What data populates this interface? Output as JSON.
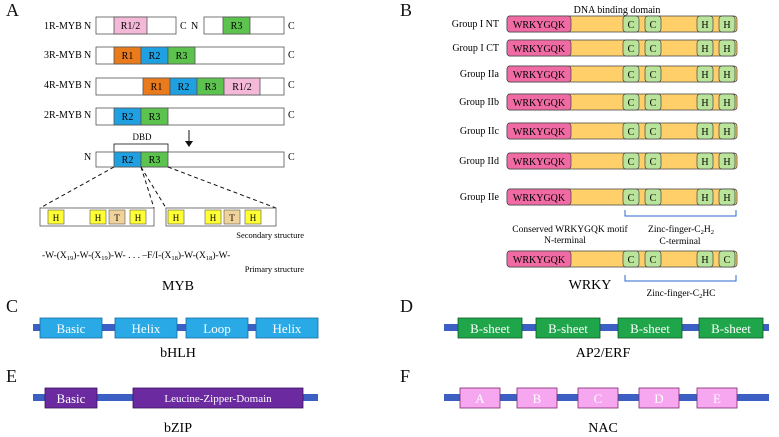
{
  "panels": {
    "A": {
      "letter": "A",
      "rows": [
        {
          "name": "1R-MYB",
          "n": "N",
          "c": "C",
          "domains": [
            "R1/2"
          ],
          "second_domain": "R3",
          "c2": "C"
        },
        {
          "name": "3R-MYB",
          "n": "N",
          "c": "C",
          "domains": [
            "R1",
            "R2",
            "R3"
          ]
        },
        {
          "name": "4R-MYB",
          "n": "N",
          "c": "C",
          "domains": [
            "R1",
            "R2",
            "R3",
            "R1/2"
          ]
        },
        {
          "name": "2R-MYB",
          "n": "N",
          "c": "C",
          "domains": [
            "R2",
            "R3"
          ]
        }
      ],
      "dbd": {
        "label": "DBD",
        "n": "N",
        "c": "C",
        "domains": [
          "R2",
          "R3"
        ]
      },
      "secondary": {
        "left": [
          "H",
          "H",
          "T",
          "H"
        ],
        "right": [
          "H",
          "H",
          "T",
          "H"
        ],
        "label": "Secondary structure"
      },
      "primary": {
        "seq": "-W-(X19)-W-(X19)-W- . . . –F/I-(X18)-W-(X18)-W-",
        "label": "Primary structure"
      },
      "caption": "MYB"
    },
    "B": {
      "letter": "B",
      "title": "DNA binding domain",
      "motif": "WRKYGQK",
      "groups": [
        {
          "name": "Group I NT",
          "zinc": [
            "C",
            "C",
            "H",
            "H"
          ]
        },
        {
          "name": "Group I CT",
          "zinc": [
            "C",
            "C",
            "H",
            "H"
          ]
        },
        {
          "name": "Group IIa",
          "zinc": [
            "C",
            "C",
            "H",
            "H"
          ]
        },
        {
          "name": "Group IIb",
          "zinc": [
            "C",
            "C",
            "H",
            "H"
          ]
        },
        {
          "name": "Group IIc",
          "zinc": [
            "C",
            "C",
            "H",
            "H"
          ]
        },
        {
          "name": "Group IId",
          "zinc": [
            "C",
            "C",
            "H",
            "H"
          ]
        },
        {
          "name": "Group IIe",
          "zinc": [
            "C",
            "C",
            "H",
            "H"
          ]
        }
      ],
      "zinc_label_1": "Zinc-finger-C2H2",
      "conserved_label": "Conserved WRKYGQK motif",
      "n_terminal": "N-terminal",
      "c_terminal": "C-terminal",
      "last_row_zinc": [
        "C",
        "C",
        "H",
        "C"
      ],
      "zinc_label_2": "Zinc-finger-C2HC",
      "caption": "WRKY"
    },
    "C": {
      "letter": "C",
      "domains": [
        "Basic",
        "Helix",
        "Loop",
        "Helix"
      ],
      "caption": "bHLH"
    },
    "D": {
      "letter": "D",
      "domains": [
        "B-sheet",
        "B-sheet",
        "B-sheet",
        "B-sheet"
      ],
      "caption": "AP2/ERF"
    },
    "E": {
      "letter": "E",
      "domains": [
        "Basic",
        "Leucine-Zipper-Domain"
      ],
      "caption": "bZIP"
    },
    "F": {
      "letter": "F",
      "domains": [
        "A",
        "B",
        "C",
        "D",
        "E"
      ],
      "caption": "NAC"
    }
  },
  "colors": {
    "r12": "#f4b8d8",
    "r1": "#e97b1c",
    "r2": "#1fa0e0",
    "r3": "#5cc34e",
    "helix_box": "#ffff33",
    "turn_box": "#f0d39a",
    "wrky": "#f06aa4",
    "wrky_bar": "#ffd06a",
    "zinc_box": "#b9e49a",
    "bhlh": "#29a9e6",
    "ap2": "#1fa64a",
    "bzip": "#6b2aa0",
    "nac": "#f7a6f0",
    "backbone": "#3b5fc2"
  }
}
